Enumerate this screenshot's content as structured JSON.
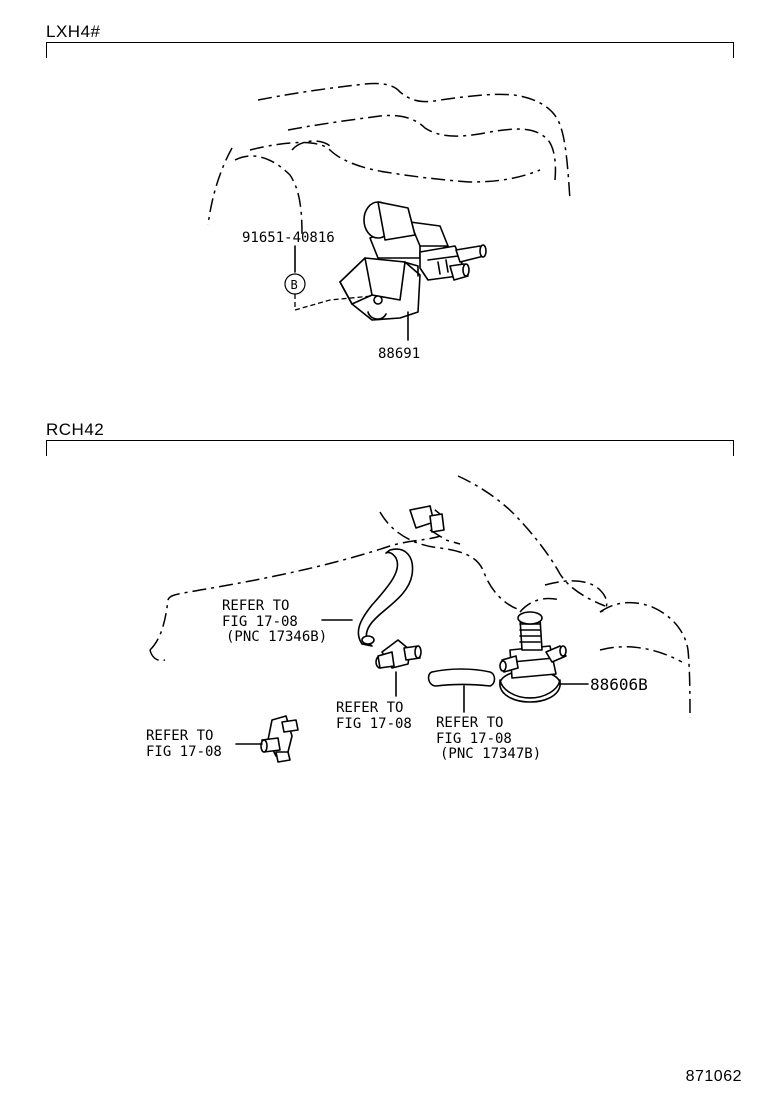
{
  "sections": [
    {
      "title": "LXH4#",
      "labels": {
        "bolt": "91651-40816",
        "callout": "B",
        "vsv": "88691"
      }
    },
    {
      "title": "RCH42",
      "labels": {
        "refer1": [
          "REFER TO",
          "FIG 17-08",
          "(PNC 17346B)"
        ],
        "refer2": [
          "REFER TO",
          "FIG 17-08"
        ],
        "refer3": [
          "REFER TO",
          "FIG 17-08",
          "(PNC 17347B)"
        ],
        "refer4": [
          "REFER TO",
          "FIG 17-08"
        ],
        "part": "88606B"
      }
    }
  ],
  "figure_number": "871062"
}
